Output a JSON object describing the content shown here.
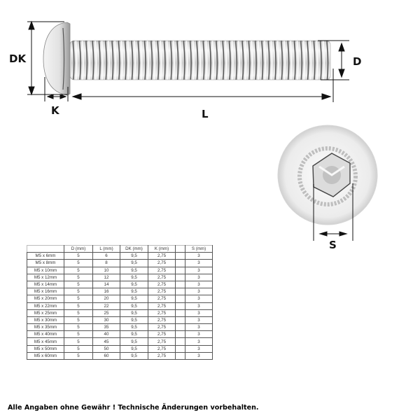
{
  "drawing": {
    "labels": {
      "dk": "DK",
      "k": "K",
      "l": "L",
      "d": "D",
      "s": "S"
    }
  },
  "table": {
    "headers": [
      "",
      "D (mm)",
      "L (mm)",
      "DK (mm)",
      "K (mm)",
      "",
      "S (mm)"
    ],
    "rows": [
      [
        "M5 x 6mm",
        "5",
        "6",
        "9,5",
        "2,75",
        "",
        "3"
      ],
      [
        "M5 x 8mm",
        "5",
        "8",
        "9,5",
        "2,75",
        "",
        "3"
      ],
      [
        "M5 x 10mm",
        "5",
        "10",
        "9,5",
        "2,75",
        "",
        "3"
      ],
      [
        "M5 x 12mm",
        "5",
        "12",
        "9,5",
        "2,75",
        "",
        "3"
      ],
      [
        "M5 x 14mm",
        "5",
        "14",
        "9,5",
        "2,75",
        "",
        "3"
      ],
      [
        "M5 x 16mm",
        "5",
        "16",
        "9,5",
        "2,75",
        "",
        "3"
      ],
      [
        "M5 x 20mm",
        "5",
        "20",
        "9,5",
        "2,75",
        "",
        "3"
      ],
      [
        "M5 x 22mm",
        "5",
        "22",
        "9,5",
        "2,75",
        "",
        "3"
      ],
      [
        "M5 x 25mm",
        "5",
        "25",
        "9,5",
        "2,75",
        "",
        "3"
      ],
      [
        "M5 x 30mm",
        "5",
        "30",
        "9,5",
        "2,75",
        "",
        "3"
      ],
      [
        "M5 x 35mm",
        "5",
        "35",
        "9,5",
        "2,75",
        "",
        "3"
      ],
      [
        "M5 x 40mm",
        "5",
        "40",
        "9,5",
        "2,75",
        "",
        "3"
      ],
      [
        "M5 x 45mm",
        "5",
        "45",
        "9,5",
        "2,75",
        "",
        "3"
      ],
      [
        "M5 x 50mm",
        "5",
        "50",
        "9,5",
        "2,75",
        "",
        "3"
      ],
      [
        "M5 x 60mm",
        "5",
        "60",
        "9,5",
        "2,75",
        "",
        "3"
      ]
    ]
  },
  "footer": {
    "disclaimer": "Alle Angaben ohne Gewähr ! Technische Änderungen vorbehalten."
  }
}
